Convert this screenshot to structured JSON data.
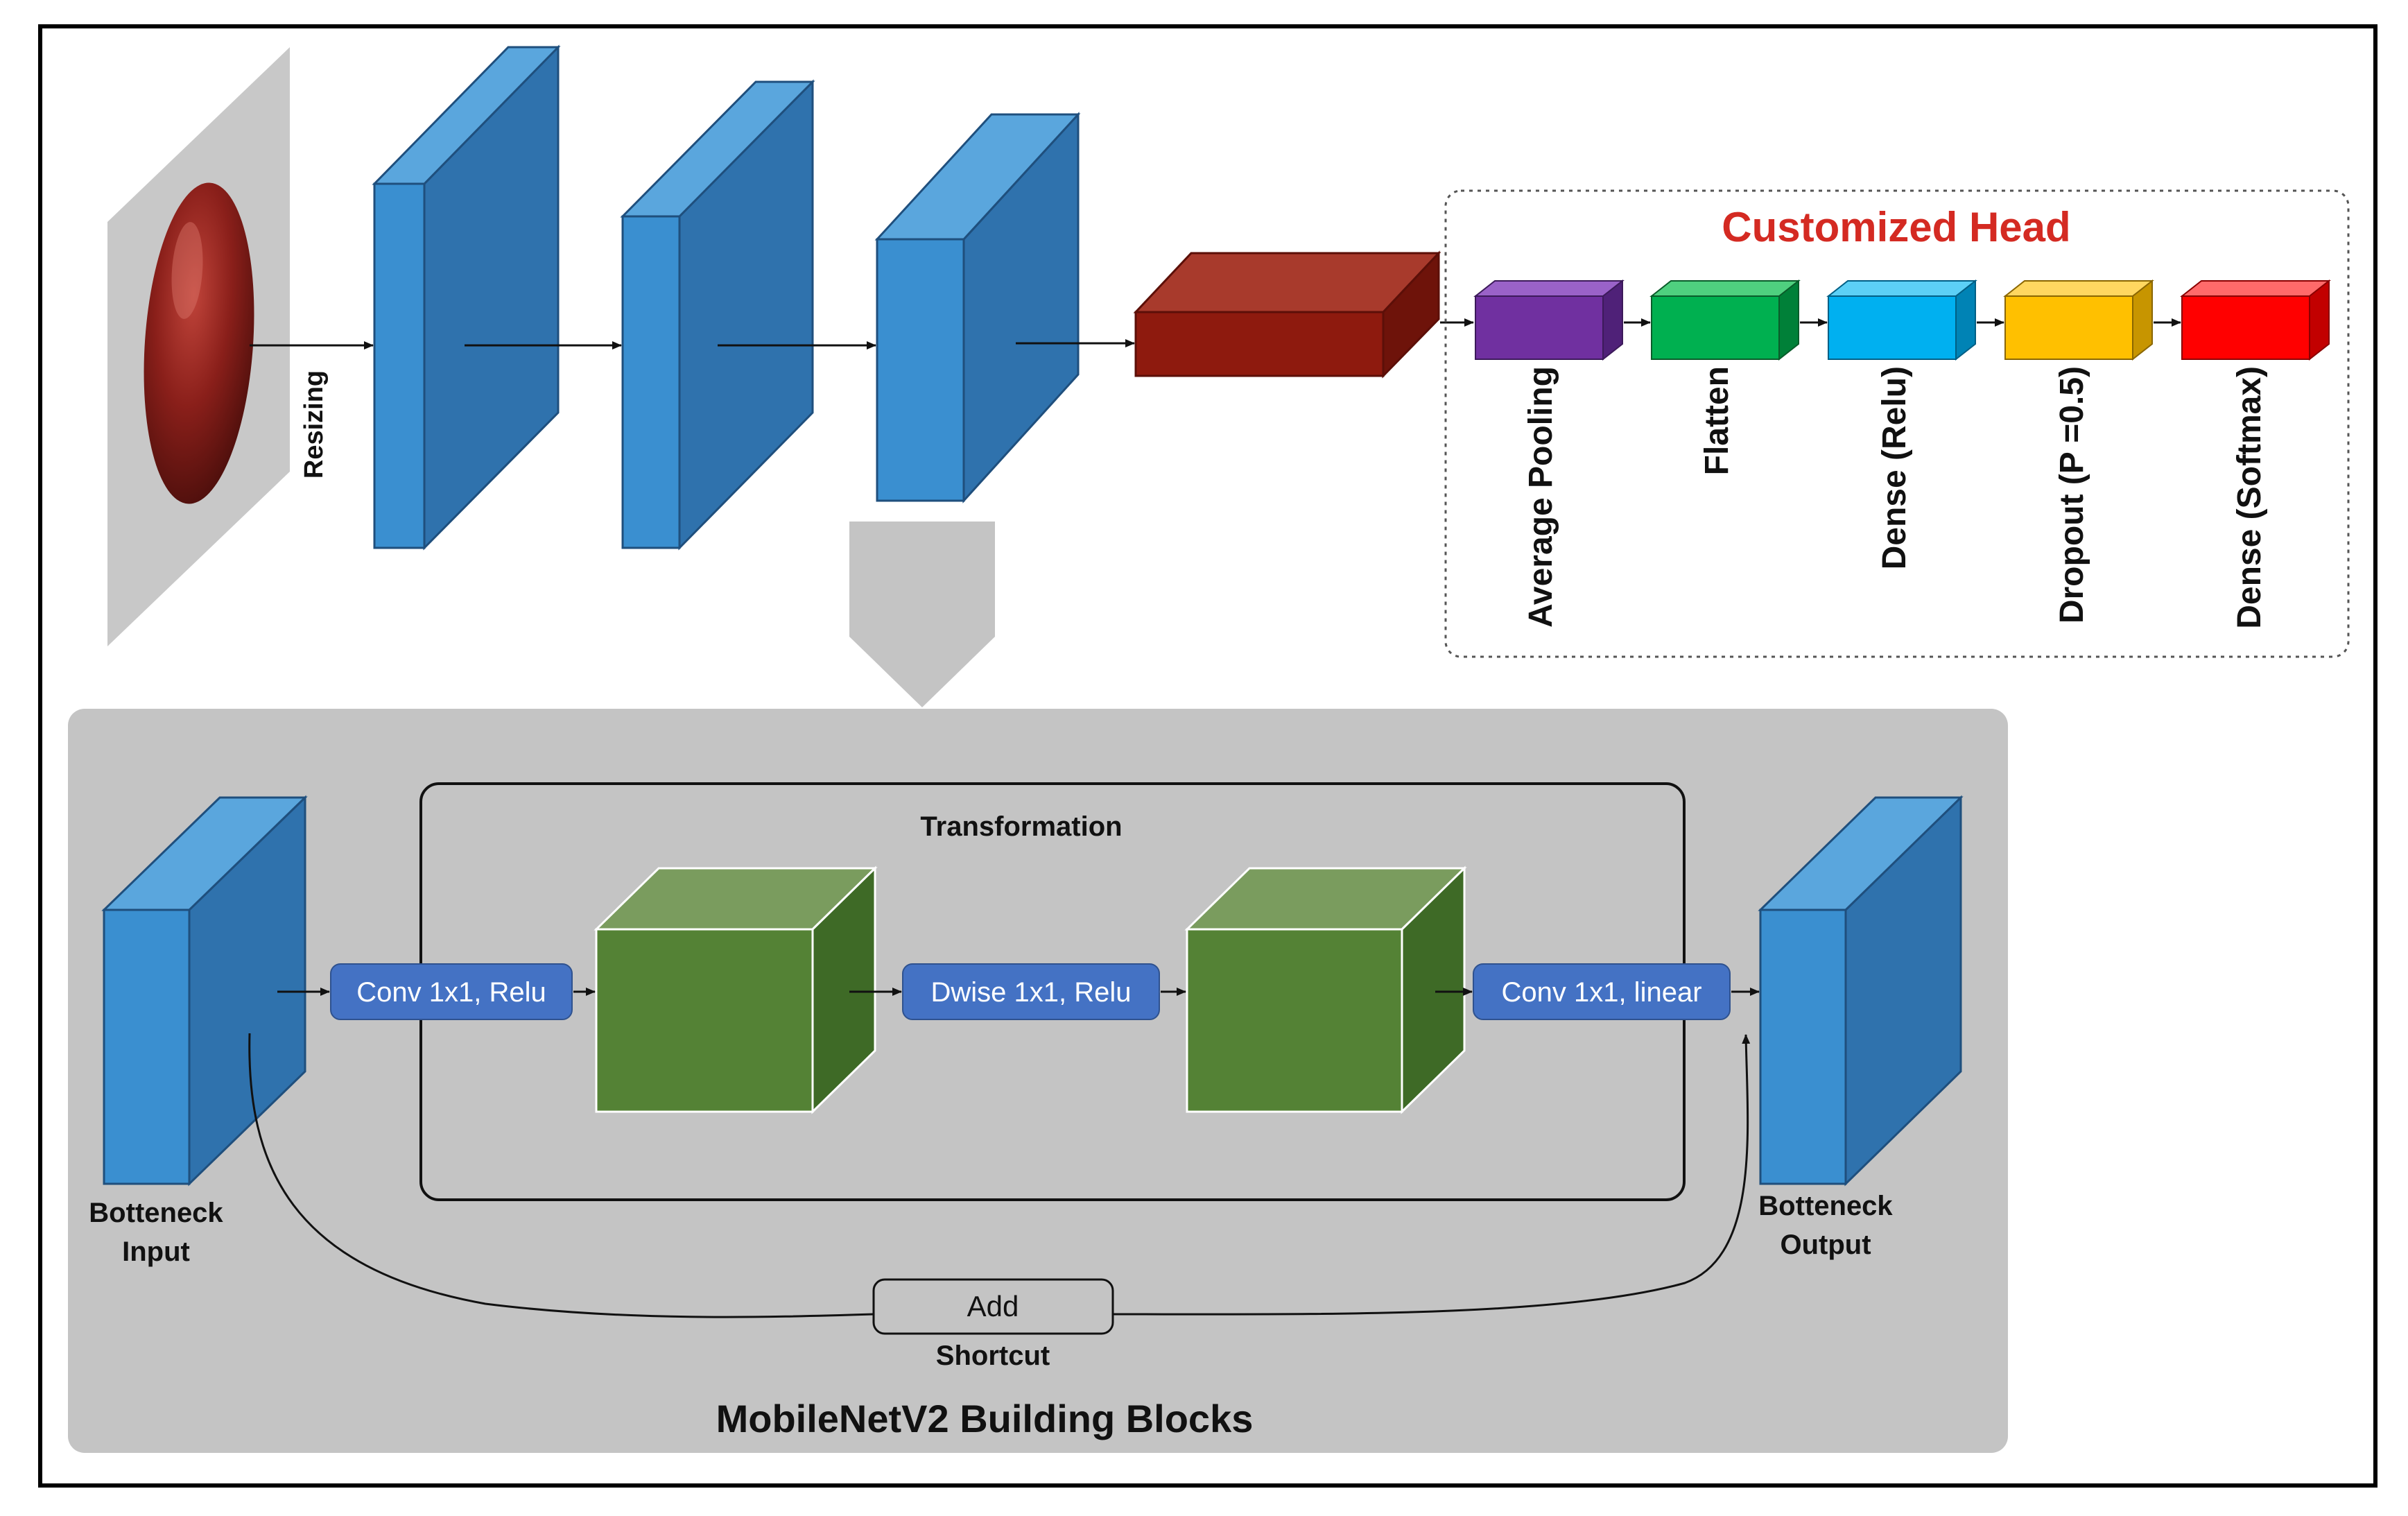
{
  "labels": {
    "resizing": "Resizing",
    "customized_head": "Customized Head",
    "head_layers": [
      "Average Pooling",
      "Flatten",
      "Dense (Relu)",
      "Dropout (P =0.5)",
      "Dense (Softmax)"
    ],
    "transformation": "Transformation",
    "conv1": "Conv 1x1, Relu",
    "dwise": "Dwise 1x1, Relu",
    "conv2": "Conv 1x1, linear",
    "bottleneck_input_line1": "Botteneck",
    "bottleneck_input_line2": "Input",
    "bottleneck_output_line1": "Botteneck",
    "bottleneck_output_line2": "Output",
    "add": "Add",
    "shortcut": "Shortcut",
    "panel_title": "MobileNetV2 Building Blocks"
  },
  "colors": {
    "blue_front": "#3a8fd0",
    "blue_side": "#2f72ad",
    "blue_top": "#5aa6dd",
    "red_block": "#8e1a0e",
    "head_title": "#d42a22",
    "avg_pool": "#7030a0",
    "flatten": "#00b050",
    "dense_relu": "#00b0f0",
    "dropout": "#ffc000",
    "dense_softmax": "#ff0000",
    "green_cube": "#548235",
    "op_box": "#4472c4",
    "panel_bg": "#c4c4c4"
  }
}
